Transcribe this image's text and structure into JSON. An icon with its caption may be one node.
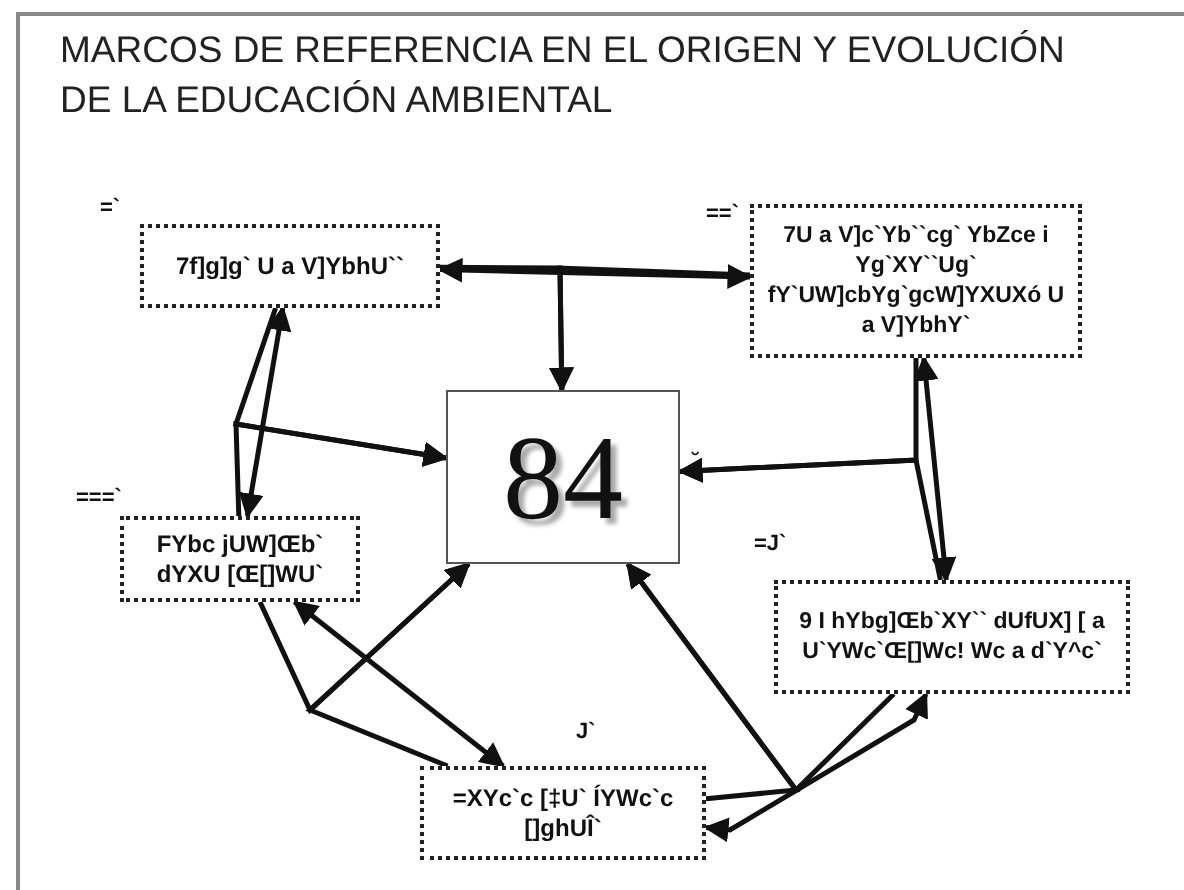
{
  "diagram": {
    "title": "MARCOS DE REFERENCIA EN EL ORIGEN Y EVOLUCIÓN DE LA EDUCACIÓN AMBIENTAL",
    "nodes": [
      {
        "text": [
          "7f]g]g` U a V]YbhU``"
        ],
        "beside": [
          "=`"
        ]
      },
      {
        "text": [
          "7U a V]c`Yb``cg` YbZce i Yg`XY``Ug` fY`UW]cbYg`gcW]YXUXó U a V]YbhY`"
        ],
        "beside": [
          "==`"
        ]
      },
      {
        "text": [
          "84"
        ],
        "beside": [
          "˘"
        ]
      },
      {
        "text": [
          "FYbc jUW]Œb` dYXU [Œ[]WU`"
        ],
        "beside": [
          "===`"
        ]
      },
      {
        "text": [
          "9 I hYbg]Œb`XY`` dUfUX] [ a U`YWc`Œ[]Wc! Wc a d`Y^c`"
        ],
        "beside": [
          "=J`"
        ]
      },
      {
        "text": [
          "=XYc`c [‡U` ÍYWc`c []ghUÎ`"
        ],
        "beside": [
          "J`"
        ]
      }
    ],
    "edges": [
      {
        "from": 0,
        "to": 1,
        "arrow": "both"
      },
      {
        "from": 0,
        "to": 2,
        "arrow": "to"
      },
      {
        "from": 1,
        "to": 2,
        "arrow": "to"
      },
      {
        "from": 0,
        "to": 3,
        "arrow": "both"
      },
      {
        "from": 0,
        "to": 2,
        "arrow": "to"
      },
      {
        "from": 3,
        "to": 2,
        "arrow": "to"
      },
      {
        "from": 1,
        "to": 4,
        "arrow": "both"
      },
      {
        "from": 1,
        "to": 2,
        "arrow": "to"
      },
      {
        "from": 4,
        "to": 2,
        "arrow": "to"
      },
      {
        "from": 3,
        "to": 5,
        "arrow": "both"
      },
      {
        "from": 3,
        "to": 2,
        "arrow": "to"
      },
      {
        "from": 5,
        "to": 2,
        "arrow": "to"
      },
      {
        "from": 5,
        "to": 4,
        "arrow": "both"
      },
      {
        "from": 5,
        "to": 2,
        "arrow": "to"
      },
      {
        "from": 4,
        "to": 2,
        "arrow": "to"
      }
    ]
  }
}
